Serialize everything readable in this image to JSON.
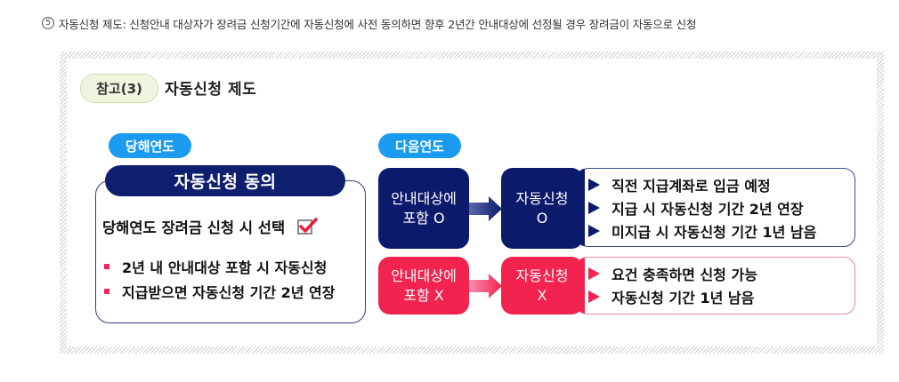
{
  "intro": {
    "number": "5",
    "text": "자동신청 제도: 신청안내 대상자가 장려금 신청기간에 자동신청에 사전 동의하면 향후 2년간 안내대상에 선정될 경우 장려금이 자동으로 신청"
  },
  "figure": {
    "ref_label": "참고(3)",
    "title": "자동신청 제도",
    "current_year": {
      "label": "당해연도",
      "card_title": "자동신청 동의",
      "consent_text": "당해연도 장려금 신청 시 선택",
      "consent_checked": true,
      "bullets": [
        "2년 내 안내대상 포함 시 자동신청",
        "지급받으면 자동신청 기간 2년 연장"
      ]
    },
    "next_year": {
      "label": "다음연도",
      "included": {
        "condition": [
          "안내대상에",
          "포함 O"
        ],
        "result": [
          "자동신청",
          "O"
        ],
        "outcomes": [
          "직전 지급계좌로 입금 예정",
          "지급 시 자동신청 기간 2년 연장",
          "미지급 시 자동신청 기간 1년 남음"
        ]
      },
      "excluded": {
        "condition": [
          "안내대상에",
          "포함 X"
        ],
        "result": [
          "자동신청",
          "X"
        ],
        "outcomes": [
          "요건 충족하면 신청 가능",
          "자동신청 기간 1년 남음"
        ]
      }
    }
  },
  "colors": {
    "navy": "#0c1a6b",
    "pink": "#f3234f",
    "year_pill_blue": "#1a9bf0",
    "ref_pill_green": "#eef6e0",
    "bullet_red": "#f0275a"
  }
}
